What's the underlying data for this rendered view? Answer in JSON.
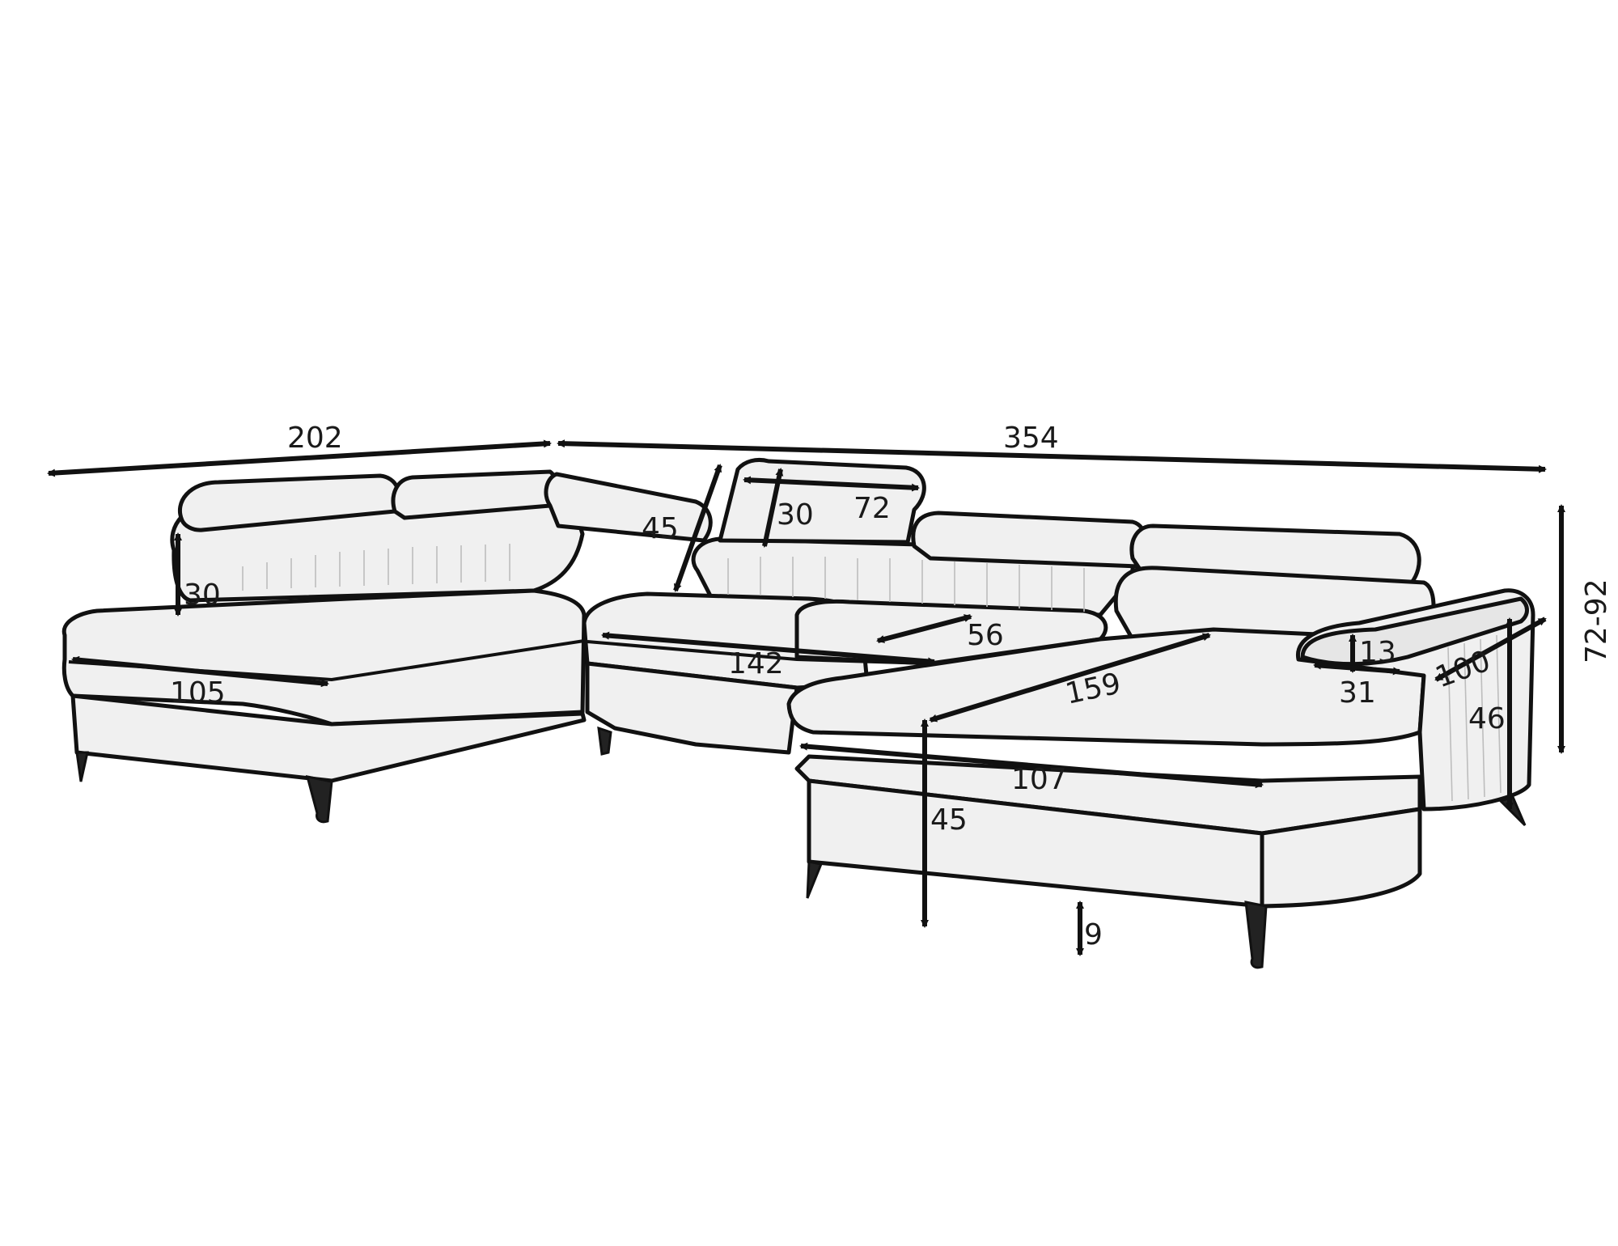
{
  "labels": {
    "overall_left_width": "202",
    "overall_right_width": "354",
    "overall_height": "72-92",
    "headrest_height_left": "30",
    "corner_backrest_depth": "45",
    "headrest_height_center": "30",
    "headrest_width_center": "72",
    "left_chaise_length": "105",
    "center_seat_width": "142",
    "storage_depth": "56",
    "right_chaise_length": "159",
    "armrest_height": "13",
    "armrest_width": "31",
    "right_chaise_depth": "100",
    "seat_height_side": "46",
    "right_seat_width": "107",
    "seat_height_front": "45",
    "leg_height": "9"
  }
}
